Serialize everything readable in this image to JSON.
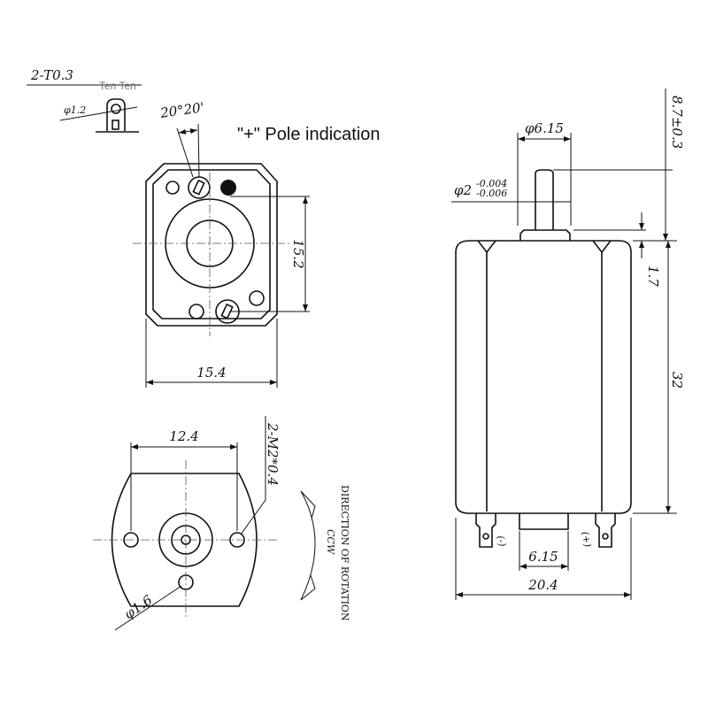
{
  "annotations": {
    "terminal_thickness": "2-T0.3",
    "watermark": "Ten Ten",
    "terminal_hole": "φ1.2",
    "angle": "20°20'",
    "pole_indication": "\"+\" Pole indication",
    "end_height": "15.2",
    "end_width": "15.4",
    "hole_spacing": "12.4",
    "screw_holes": "2-M2*0.4",
    "center_hole": "φ1.6",
    "rotation_label": "DIRECTION OF ROTATION",
    "rotation_dir": "CCW",
    "boss_diameter": "φ6.15",
    "shaft_diameter": "φ2",
    "shaft_tol_upper": "-0.004",
    "shaft_tol_lower": "-0.006",
    "shaft_length": "8.7±0.3",
    "boss_height": "1.7",
    "body_length": "32",
    "terminal_neg": "(-)",
    "terminal_pos": "(+)",
    "terminal_spacing": "6.15",
    "body_width": "20.4"
  }
}
